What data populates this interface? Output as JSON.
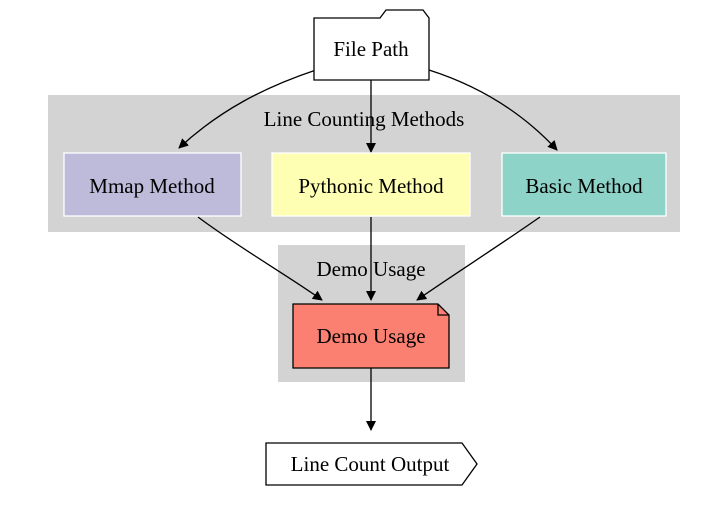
{
  "nodes": {
    "file_path": "File Path",
    "mmap": "Mmap Method",
    "pythonic": "Pythonic Method",
    "basic": "Basic Method",
    "demo": "Demo Usage",
    "output": "Line Count Output"
  },
  "clusters": {
    "methods": "Line Counting Methods",
    "demo": "Demo Usage"
  },
  "colors": {
    "cluster_fill": "#d3d3d3",
    "mmap_fill": "#bebada",
    "pythonic_fill": "#ffffb3",
    "basic_fill": "#8dd3c7",
    "demo_fill": "#fb8072",
    "default_fill": "#ffffff",
    "stroke": "#000000"
  }
}
